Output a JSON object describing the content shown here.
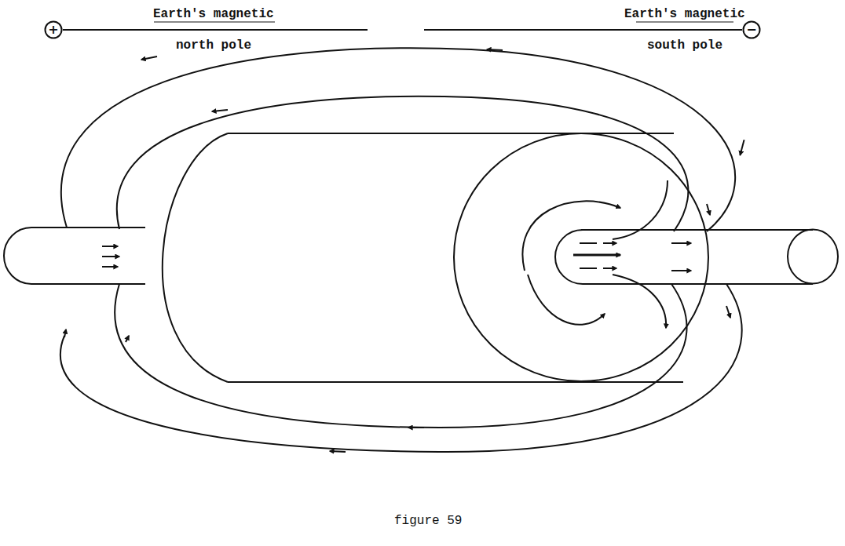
{
  "diagram": {
    "caption": "figure 59",
    "nodes": [
      {
        "text": [
          "+"
        ]
      },
      {
        "text": [
          "−"
        ]
      }
    ],
    "labels": [
      "Earth's magnetic",
      "north pole",
      "Earth's magnetic",
      "south pole"
    ]
  }
}
